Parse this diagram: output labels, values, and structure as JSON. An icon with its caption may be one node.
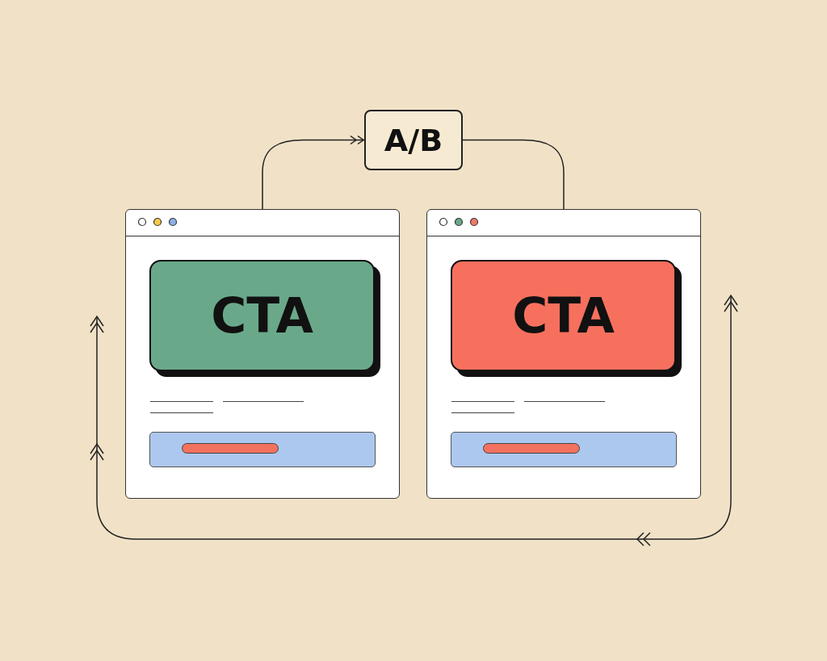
{
  "diagram": {
    "nodes": [
      {
        "text": [
          "A/B"
        ]
      },
      {
        "text": [],
        "shape": "box"
      },
      {
        "text": [
          "CTA"
        ],
        "in": 1
      },
      {
        "text": [],
        "shape": "box"
      },
      {
        "text": [
          "CTA"
        ],
        "in": 3
      }
    ],
    "edges": [
      {
        "from": 1,
        "to": 0,
        "arrow": "to"
      },
      {
        "from": 0,
        "to": 3,
        "arrow": "none"
      }
    ]
  }
}
